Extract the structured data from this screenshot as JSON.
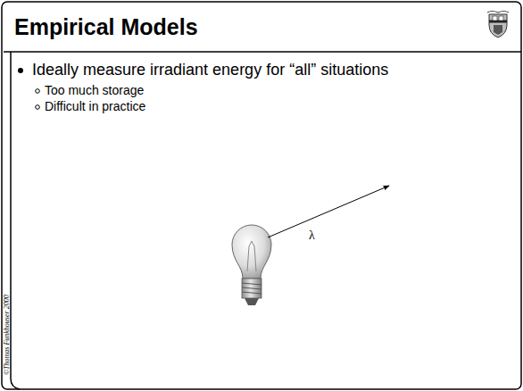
{
  "diagram": {
    "title": "Empirical Models",
    "labels": [
      "Ideally measure irradiant energy for “all” situations",
      "Too much storage",
      "Difficult in practice",
      "λ",
      "©Thomas Funkhouser 2000"
    ]
  }
}
